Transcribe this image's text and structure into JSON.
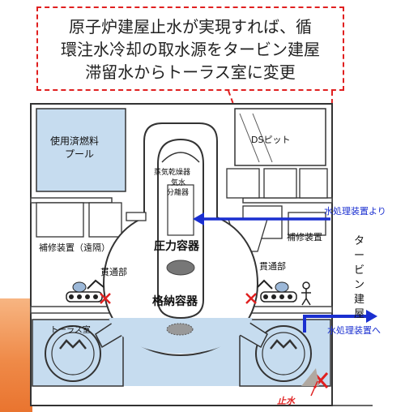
{
  "callout": {
    "lines": [
      "原子炉建屋止水が実現すれば、循",
      "環注水冷却の取水源をタービン建屋",
      "滞留水からトーラス室に変更"
    ]
  },
  "labels": {
    "spent_fuel_pool": [
      "使用済燃料",
      "プール"
    ],
    "ds_pit": "DSピット",
    "steam_dryer": "蒸気乾燥器",
    "separator": [
      "気水",
      "分離器"
    ],
    "pressure_vessel": "圧力容器",
    "containment_vessel": "格納容器",
    "repair_device_remote": "補修装置（遠隔）",
    "repair_device": "補修装置",
    "penetration_left": "貫通部",
    "penetration_right": "貫通部",
    "torus_room": "トーラス室",
    "turbine_building": [
      "タ",
      "ー",
      "ビ",
      "ン",
      "建",
      "屋"
    ],
    "from_water_treatment": "水処理装置より",
    "to_water_treatment": "水処理装置へ",
    "water_stop": "止水"
  },
  "colors": {
    "callout_border": "#e02020",
    "arrow_blue": "#1a2fd0",
    "water_blue": "#c6dcef",
    "stop_red": "#e02020",
    "accent_orange": "#ef8a48"
  }
}
